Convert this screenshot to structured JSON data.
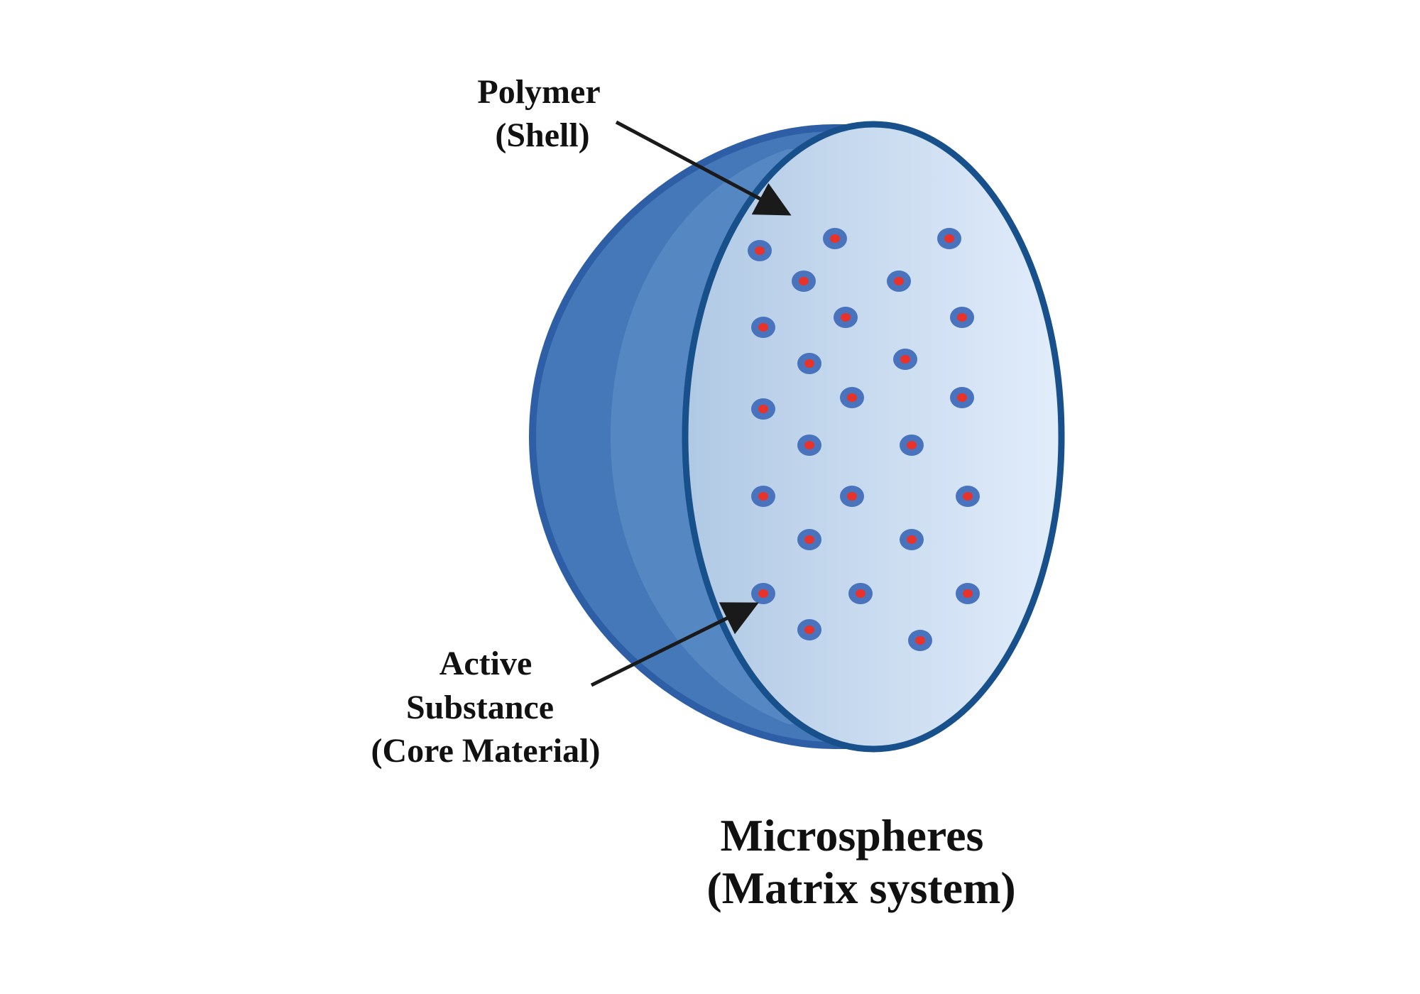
{
  "labels": {
    "polymer_line1": "Polymer",
    "polymer_line2": "(Shell)",
    "active_line1": "Active",
    "active_line2": "Substance",
    "active_line3": "(Core Material)",
    "title_line1": "Microspheres",
    "title_line2": "(Matrix system)"
  },
  "colors": {
    "shell_dark": "#4478b8",
    "shell_light": "#5588c2",
    "shell_border": "#2e5ea6",
    "face_border": "#17508a",
    "face_left": "#b0c9e4",
    "face_right": "#e2edfb",
    "particle": "#4a73bd",
    "particle_core": "#e8322a",
    "arrow": "#1a1a1a"
  }
}
